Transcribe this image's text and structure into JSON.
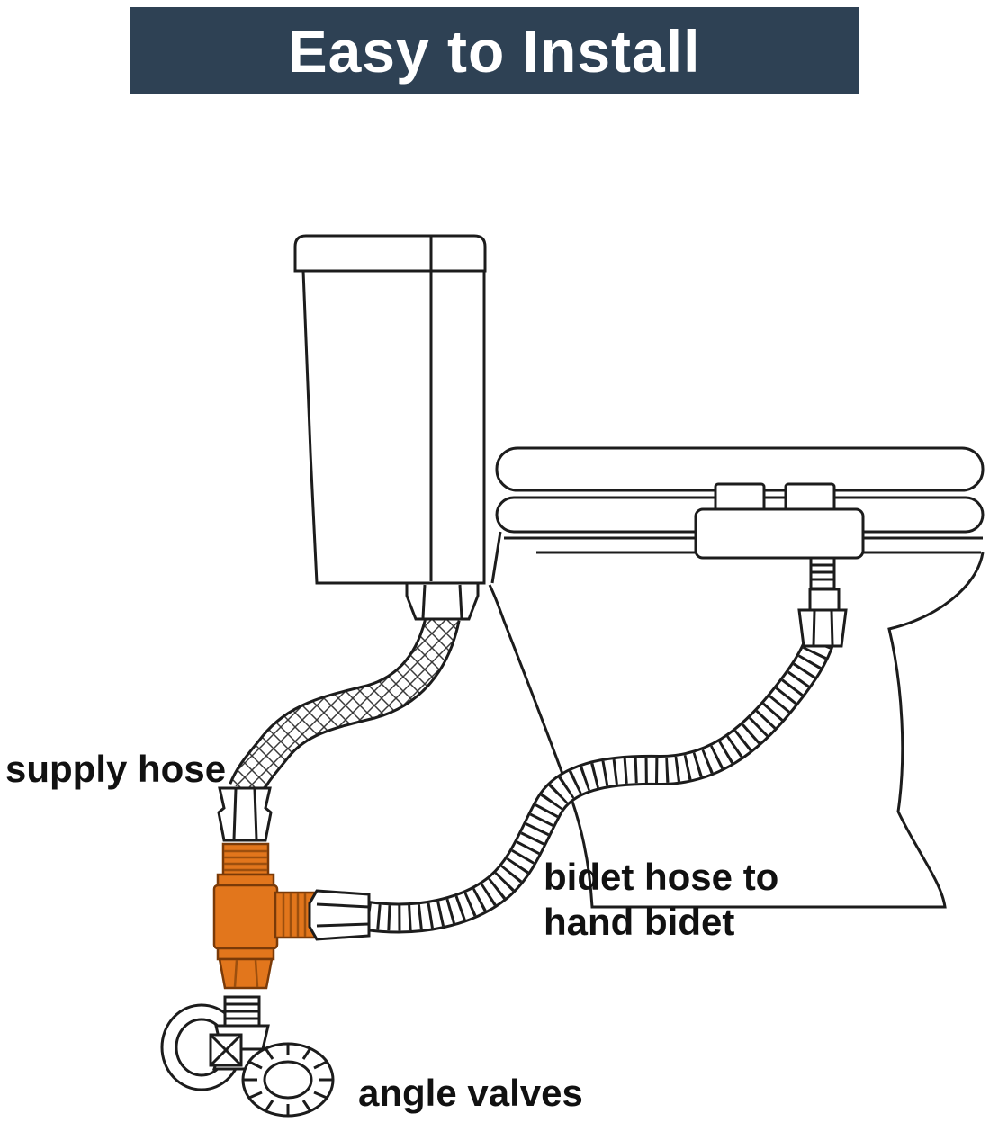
{
  "banner": {
    "title": "Easy to Install",
    "bg_color": "#2e4154",
    "text_color": "#ffffff"
  },
  "labels": {
    "supply_hose": "supply hose",
    "bidet_hose_line1": "bidet hose to",
    "bidet_hose_line2": "hand bidet",
    "angle_valves": "angle valves"
  },
  "colors": {
    "outline": "#1c1c1c",
    "valve_orange": "#e2761c",
    "valve_orange_dark": "#9c4f0e",
    "background": "#ffffff"
  },
  "diagram": {
    "type": "installation-diagram",
    "parts": [
      {
        "name": "toilet-tank"
      },
      {
        "name": "toilet-seat-lid"
      },
      {
        "name": "bidet-attachment"
      },
      {
        "name": "supply-hose",
        "label": "supply hose"
      },
      {
        "name": "t-adapter-valve",
        "highlight": "#e2761c"
      },
      {
        "name": "bidet-hose",
        "label": "bidet hose to hand bidet"
      },
      {
        "name": "angle-valve",
        "label": "angle valves"
      }
    ]
  }
}
